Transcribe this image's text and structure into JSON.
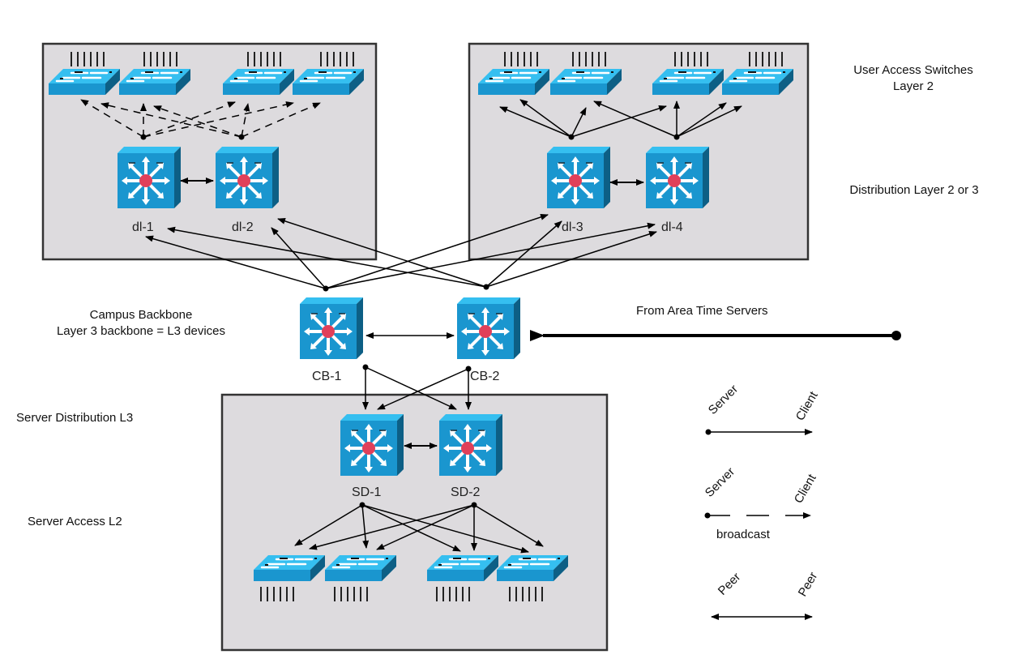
{
  "title": "Campus NTP Hierarchy Network Diagram",
  "colors": {
    "box_fill": "#dddbde",
    "box_stroke": "#333333",
    "device_front": "#1a96cf",
    "device_top": "#35bff0",
    "device_side": "#0d5f85",
    "router_core": "#e0405a",
    "line": "#000000"
  },
  "layer_labels": {
    "user_access": [
      "User Access Switches",
      "Layer 2"
    ],
    "distribution": "Distribution Layer 2 or 3",
    "campus_backbone": [
      "Campus Backbone",
      "Layer 3 backbone = L3 devices"
    ],
    "server_distribution": "Server Distribution L3",
    "server_access": "Server Access L2",
    "time_source": "From Area Time Servers"
  },
  "devices": {
    "distribution": [
      "dl-1",
      "dl-2",
      "dl-3",
      "dl-4"
    ],
    "backbone": [
      "CB-1",
      "CB-2"
    ],
    "server_distribution": [
      "SD-1",
      "SD-2"
    ]
  },
  "legend": [
    {
      "id": "server-client",
      "left": "Server",
      "right": "Client",
      "style": "solid",
      "caption": ""
    },
    {
      "id": "broadcast",
      "left": "Server",
      "right": "Client",
      "style": "dashed",
      "caption": "broadcast"
    },
    {
      "id": "peer",
      "left": "Peer",
      "right": "Peer",
      "style": "bidirectional",
      "caption": ""
    }
  ]
}
